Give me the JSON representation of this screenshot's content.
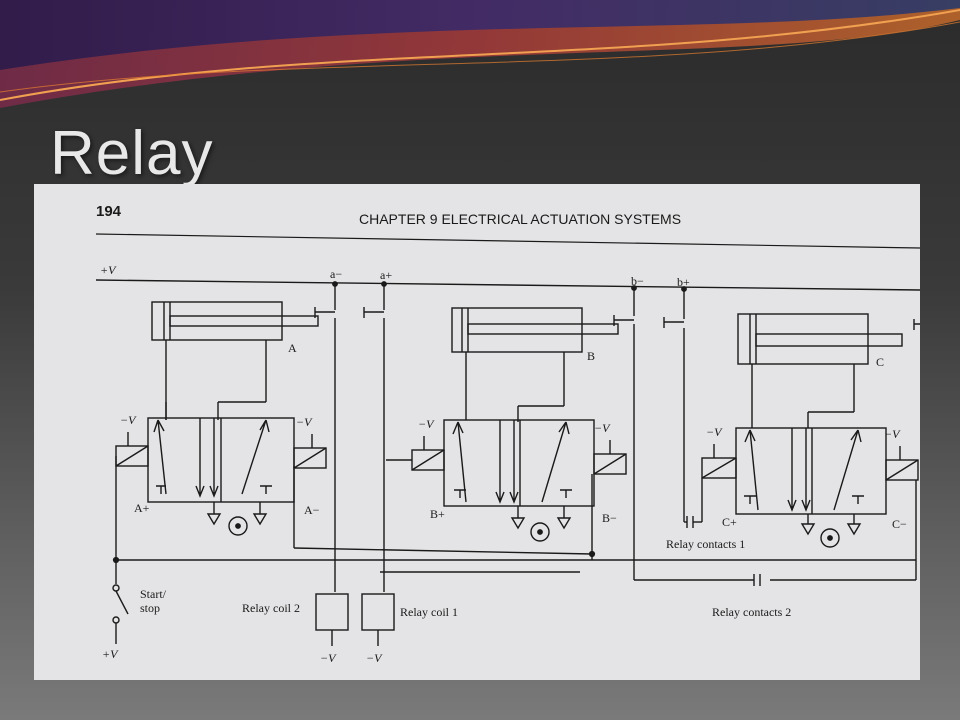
{
  "slide": {
    "title": "Relay"
  },
  "figure": {
    "page_number": "194",
    "chapter_heading": "CHAPTER 9  ELECTRICAL ACTUATION SYSTEMS",
    "supply_pos": "+V",
    "neg_supply": "−V",
    "limit_switches": [
      "a−",
      "a+",
      "b−",
      "b+"
    ],
    "cylinders": [
      "A",
      "B",
      "C"
    ],
    "solenoids": [
      "A+",
      "A−",
      "B+",
      "B−",
      "C+",
      "C−"
    ],
    "coils": [
      "Relay coil 2",
      "Relay coil 1"
    ],
    "contacts": [
      "Relay contacts 1",
      "Relay contacts 2"
    ],
    "start_stop": [
      "Start/",
      "stop"
    ],
    "bottom_supply": "+V"
  },
  "colors": {
    "scan_bg": "#e4e4e6",
    "ink": "#1a1a1a",
    "title": "#e8e8e8"
  }
}
